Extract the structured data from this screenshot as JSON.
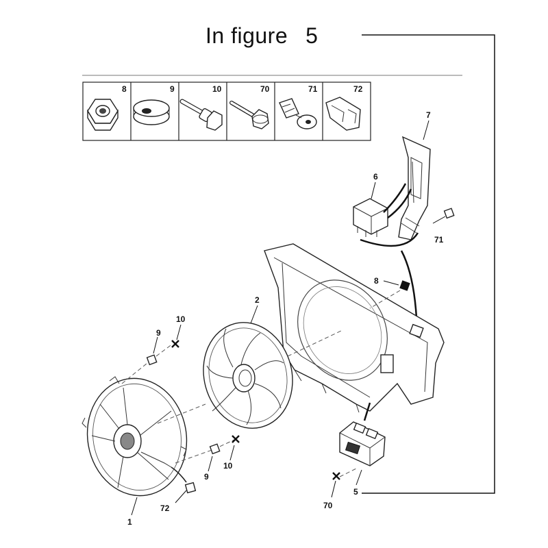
{
  "heading": {
    "text": "In figure",
    "number": "5"
  },
  "hardware": [
    {
      "ref": "8",
      "icon": "hex-nut-icon"
    },
    {
      "ref": "9",
      "icon": "rubber-grommet-icon"
    },
    {
      "ref": "10",
      "icon": "shoulder-bolt-icon"
    },
    {
      "ref": "70",
      "icon": "screw-icon"
    },
    {
      "ref": "71",
      "icon": "plastic-rivet-icon"
    },
    {
      "ref": "72",
      "icon": "clip-icon"
    }
  ],
  "callouts": {
    "fan_motor": "1",
    "fan_blade": "2",
    "resistor": "5",
    "relay": "6",
    "bracket": "7",
    "nut": "8",
    "grommet_top": "9",
    "bolt_top": "10",
    "grommet_bottom": "9",
    "bolt_bottom": "10",
    "rivet": "71",
    "clip": "72",
    "screw": "70"
  }
}
